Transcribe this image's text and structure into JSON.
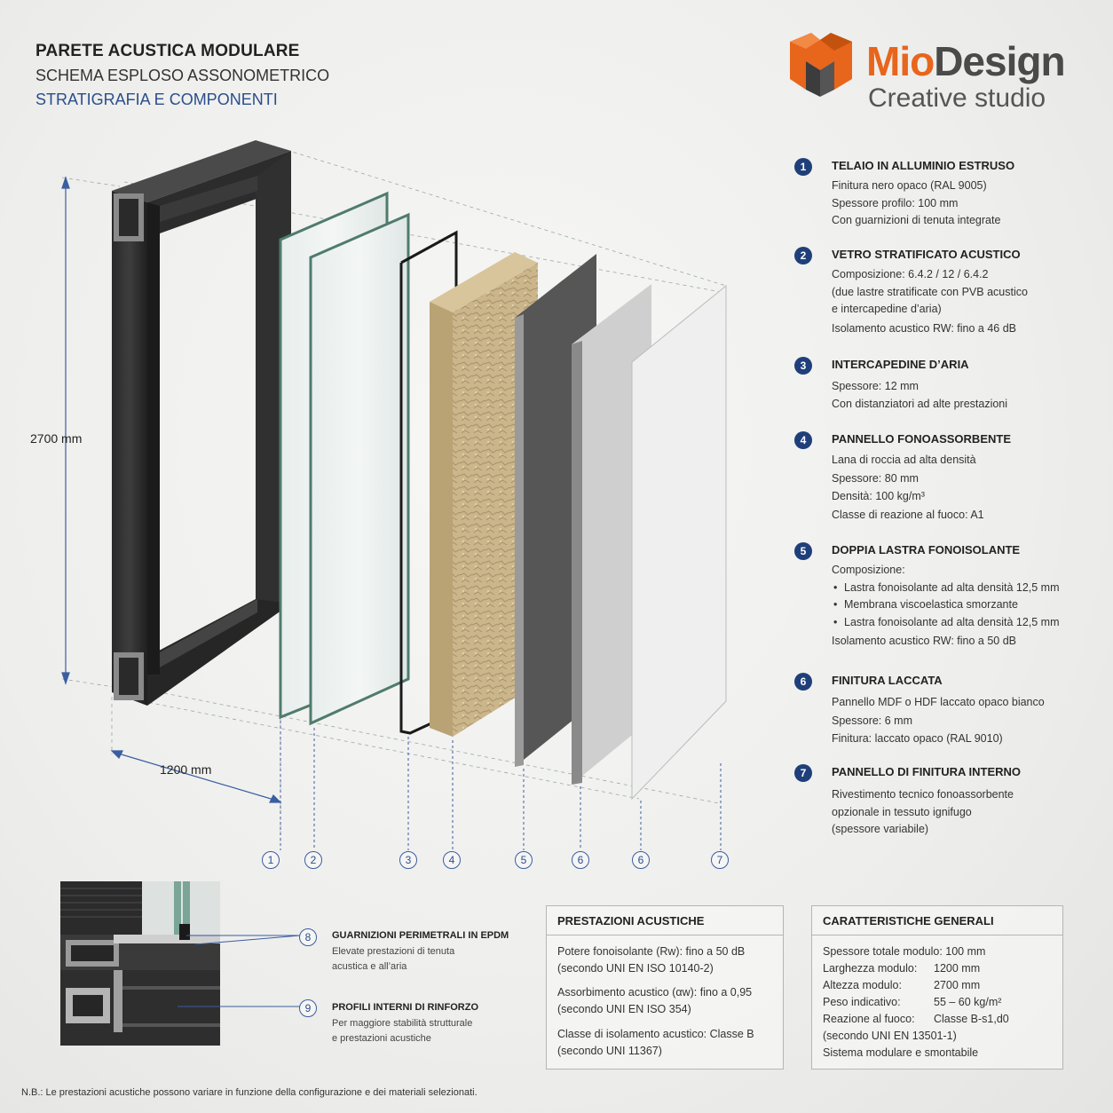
{
  "header": {
    "title": "PARETE ACUSTICA MODULARE",
    "subtitle": "SCHEMA ESPLOSO ASSONOMETRICO",
    "section": "STRATIGRAFIA E COMPONENTI"
  },
  "logo": {
    "name_part1": "Mio",
    "name_part2": "Design",
    "tagline": "Creative studio",
    "accent": "#e8651c"
  },
  "dimensions": {
    "height": "2700 mm",
    "width": "1200 mm"
  },
  "callouts": [
    "1",
    "2",
    "3",
    "4",
    "5",
    "6",
    "6",
    "7"
  ],
  "legend": [
    {
      "num": "1",
      "title": "TELAIO IN ALLUMINIO ESTRUSO",
      "lines": [
        "Finitura nero opaco (RAL 9005)",
        "Spessore profilo: 100 mm",
        "Con guarnizioni di tenuta integrate"
      ]
    },
    {
      "num": "2",
      "title": "VETRO STRATIFICATO ACUSTICO",
      "lines": [
        "Composizione: 6.4.2 / 12 / 6.4.2",
        "(due lastre stratificate con PVB acustico",
        "e intercapedine d’aria)",
        "Isolamento acustico RW: fino a 46 dB"
      ]
    },
    {
      "num": "3",
      "title": "INTERCAPEDINE D’ARIA",
      "lines": [
        "Spessore: 12 mm",
        "Con distanziatori ad alte prestazioni"
      ]
    },
    {
      "num": "4",
      "title": "PANNELLO FONOASSORBENTE",
      "lines": [
        "Lana di roccia ad alta densità",
        "Spessore: 80 mm",
        "Densità: 100 kg/m³",
        "Classe di reazione al fuoco: A1"
      ]
    },
    {
      "num": "5",
      "title": "DOPPIA LASTRA FONOISOLANTE",
      "intro": "Composizione:",
      "bullets": [
        "Lastra fonoisolante ad alta densità 12,5 mm",
        "Membrana viscoelastica smorzante",
        "Lastra fonoisolante ad alta densità 12,5 mm"
      ],
      "outro": "Isolamento acustico RW: fino a 50 dB"
    },
    {
      "num": "6",
      "title": "FINITURA LACCATA",
      "lines": [
        "Pannello MDF o HDF laccato opaco bianco",
        "Spessore: 6 mm",
        "Finitura: laccato opaco (RAL 9010)"
      ]
    },
    {
      "num": "7",
      "title": "PANNELLO DI FINITURA INTERNO",
      "lines": [
        "Rivestimento tecnico fonoassorbente",
        "opzionale in tessuto ignifugo",
        "(spessore variabile)"
      ]
    }
  ],
  "detail": [
    {
      "num": "8",
      "title": "GUARNIZIONI PERIMETRALI IN EPDM",
      "lines": [
        "Elevate prestazioni di tenuta",
        "acustica e all’aria"
      ]
    },
    {
      "num": "9",
      "title": "PROFILI INTERNI DI RINFORZO",
      "lines": [
        "Per maggiore stabilità strutturale",
        "e prestazioni acustiche"
      ]
    }
  ],
  "acoustic": {
    "title": "PRESTAZIONI ACUSTICHE",
    "items": [
      [
        "Potere fonoisolante (Rw): fino a 50 dB",
        "(secondo UNI EN ISO 10140-2)"
      ],
      [
        "Assorbimento acustico (αw): fino a 0,95",
        "(secondo UNI EN ISO 354)"
      ],
      [
        "Classe di isolamento acustico: Classe B",
        "(secondo UNI 11367)"
      ]
    ]
  },
  "general": {
    "title": "CARATTERISTICHE GENERALI",
    "rows": [
      [
        "Spessore totale modulo: 100 mm",
        ""
      ],
      [
        "Larghezza modulo:",
        "1200 mm"
      ],
      [
        "Altezza modulo:",
        "2700 mm"
      ],
      [
        "Peso indicativo:",
        "55 – 60 kg/m²"
      ],
      [
        "Reazione al fuoco:",
        "Classe B-s1,d0"
      ],
      [
        "(secondo UNI EN 13501-1)",
        ""
      ],
      [
        "Sistema modulare e smontabile",
        ""
      ]
    ]
  },
  "note": "N.B.: Le prestazioni acustiche possono variare in funzione della configurazione e dei materiali selezionati."
}
